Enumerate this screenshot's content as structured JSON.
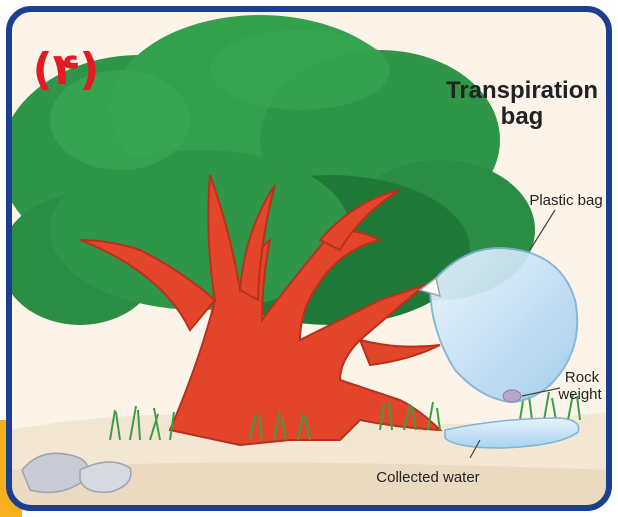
{
  "panel": {
    "number": "(۴)",
    "title_line1": "Transpiration",
    "title_line2": "bag"
  },
  "labels": {
    "plastic_bag": "Plastic bag",
    "rock_line1": "Rock",
    "rock_line2": "weight",
    "collected_water": "Collected water"
  },
  "colors": {
    "frame": "#1c3f8f",
    "background": "#fcf3e9",
    "ground": "#f3e6d3",
    "foliage": "#2f9548",
    "foliage_dark": "#1f7a3a",
    "trunk": "#e2452a",
    "trunk_dark": "#b9301c",
    "grass": "#3aa043",
    "bag": "#cfe6f7",
    "number": "#e41b23",
    "accent_corner": "#f4b11d"
  }
}
